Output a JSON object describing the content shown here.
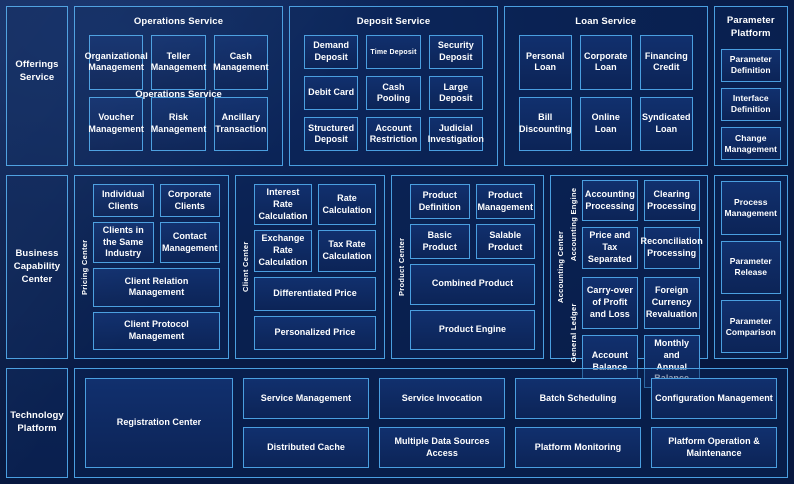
{
  "rows": {
    "offerings": {
      "rail_label": "Offerings Service",
      "panels": [
        {
          "title": "Operations Service",
          "ghost_title": "Operations Service",
          "tiles": [
            "Organizational Management",
            "Teller Management",
            "Cash Management",
            "Voucher Management",
            "Risk Management",
            "Ancillary Transaction"
          ]
        },
        {
          "title": "Deposit Service",
          "tiles": [
            "Demand Deposit",
            "Time Deposit",
            "Security Deposit",
            "Debit Card",
            "Cash Pooling",
            "Large Deposit",
            "Structured Deposit",
            "Account Restriction",
            "Judicial Investigation"
          ]
        },
        {
          "title": "Loan Service",
          "tiles": [
            "Personal Loan",
            "Corporate Loan",
            "Financing Credit",
            "Bill Discounting",
            "Online Loan",
            "Syndicated Loan"
          ]
        }
      ]
    },
    "business": {
      "rail_label": "Business Capability Center",
      "groups": [
        {
          "vlabel": "Pricing Center",
          "pair1": [
            "Individual Clients",
            "Corporate Clients"
          ],
          "pair2": [
            "Clients in the Same Industry",
            "Contact Management"
          ],
          "full1": "Client Relation Management",
          "full2": "Client Protocol Management"
        },
        {
          "vlabel": "Client Center",
          "pair1": [
            "Interest Rate Calculation",
            "Rate Calculation"
          ],
          "pair2": [
            "Exchange Rate Calculation",
            "Tax Rate Calculation"
          ],
          "full1": "Differentiated Price",
          "full2": "Personalized Price"
        },
        {
          "vlabel": "Product Center",
          "pair1": [
            "Product Definition",
            "Product Management"
          ],
          "pair2": [
            "Basic Product",
            "Salable Product"
          ],
          "full1": "Combined Product",
          "full2": "Product Engine"
        }
      ],
      "accounting": {
        "vlabel": "Accounting Center",
        "subgroups": [
          {
            "vlabel": "Accounting Engine",
            "tiles": [
              "Accounting Processing",
              "Clearing Processing",
              "Price and Tax Separated",
              "Reconciliation Processing"
            ]
          },
          {
            "vlabel": "General  Ledger",
            "tiles": [
              "Carry-over of Profit and Loss",
              "Foreign Currency Revaluation",
              "Account Balance",
              "Monthly and Annual Balance"
            ]
          }
        ]
      }
    },
    "technology": {
      "rail_label": "Technology Platform",
      "registration": "Registration Center",
      "tiles": [
        "Service Management",
        "Service Invocation",
        "Batch Scheduling",
        "Configuration Management",
        "Distributed Cache",
        "Multiple Data Sources Access",
        "Platform Monitoring",
        "Platform Operation & Maintenance"
      ]
    }
  },
  "parameter_platform": {
    "title": "Parameter Platform",
    "tiles": [
      "Parameter Definition",
      "Interface Definition",
      "Change Management",
      "Process Management",
      "Parameter Release",
      "Parameter Comparison"
    ]
  },
  "colors": {
    "background": "#0a2050",
    "border": "#4a9fe0",
    "tile_fill": "#11306e",
    "text": "#ffffff"
  }
}
